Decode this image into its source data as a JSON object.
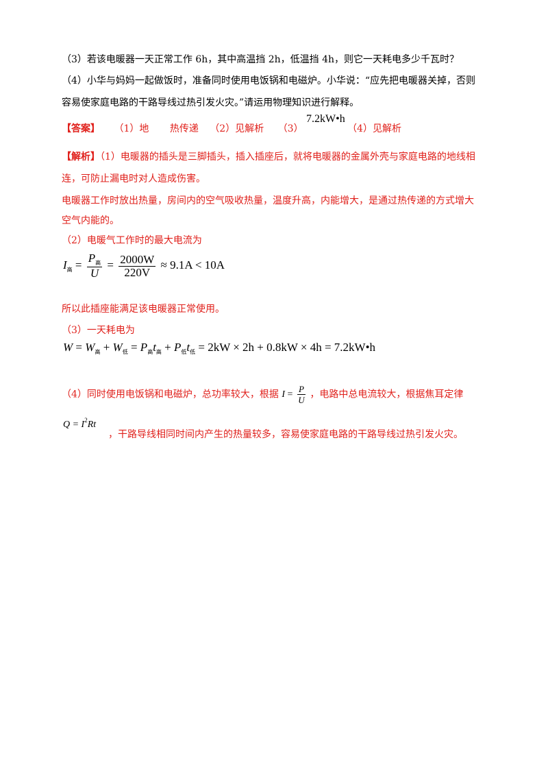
{
  "questions": {
    "q3": "（3）若该电暖器一天正常工作 6h，其中高温挡 2h，低温挡 4h，则它一天耗电多少千瓦时？",
    "q4_line1": "（4）小华与妈妈一起做饭时，准备同时使用电饭锅和电磁炉。小华说：“应先把电暖器关掉，否则",
    "q4_line2": "容易使家庭电路的干路导线过热引发火灾。”请运用物理知识进行解释。"
  },
  "answer": {
    "label": "【答案】",
    "p1": "（1）地",
    "p1b": "热传递",
    "p2": "（2）见解析",
    "p3": "（3）",
    "p3_value": "7.2kW•h",
    "p4": "（4）见解析"
  },
  "analysis": {
    "label": "【解析】",
    "a1_line1": "（1）电暖器的插头是三脚插头，插入插座后，就将电暖器的金属外壳与家庭电路的地线相",
    "a1_line2": "连，可防止漏电时对人造成伤害。",
    "a1_line3": "电暖器工作时放出热量，房间内的空气吸收热量，温度升高，内能增大，是通过热传递的方式增大",
    "a1_line4": "空气内能的。",
    "a2_line1": "（2）电暖气工作时的最大电流为",
    "a2_formula": {
      "lhs": "I",
      "lhs_sub": "高",
      "num": "P",
      "num_sub": "高",
      "den": "U",
      "num2": "2000W",
      "den2": "220V",
      "result": "≈ 9.1A < 10A"
    },
    "a2_line2": "所以此插座能满足该电暖器正常使用。",
    "a3_line1": "（3）一天耗电为",
    "a3_formula": {
      "W": "W",
      "W_hi": "W",
      "sub_hi": "高",
      "W_lo": "W",
      "sub_lo": "低",
      "P_hi": "P",
      "t_hi": "t",
      "P_lo": "P",
      "t_lo": "t",
      "rhs": "= 2kW × 2h + 0.8kW × 4h = 7.2kW•h"
    },
    "a4_line1a": "（4）同时使用电饭锅和电磁炉，总功率较大，根据",
    "a4_formula_I": "I",
    "a4_formula_P": "P",
    "a4_formula_U": "U",
    "a4_line1b": "，电路中总电流较大，根据焦耳定律",
    "a4_Q": "Q = I",
    "a4_Q_sup": "2",
    "a4_Q_end": "Rt",
    "a4_line2": "，干路导线相同时间内产生的热量较多，容易使家庭电路的干路导线过热引发火灾。"
  },
  "colors": {
    "accent": "#e0201b",
    "text": "#000000"
  }
}
